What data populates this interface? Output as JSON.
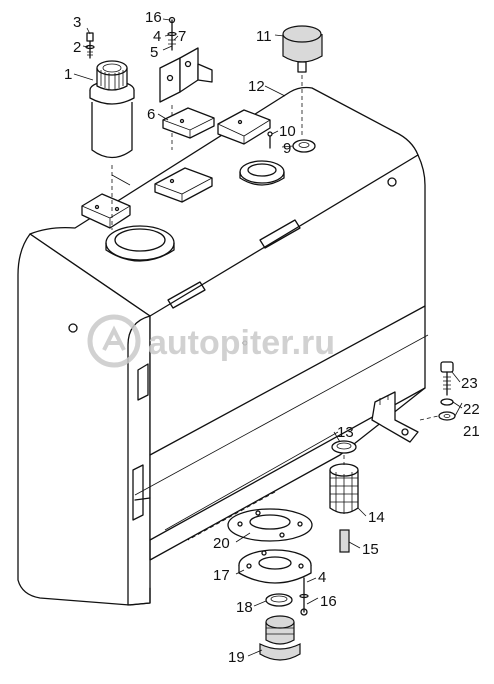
{
  "watermark": {
    "text": "autopiter.ru"
  },
  "callouts": [
    {
      "id": "c3",
      "label": "3"
    },
    {
      "id": "c2",
      "label": "2"
    },
    {
      "id": "c1",
      "label": "1"
    },
    {
      "id": "c16a",
      "label": "16"
    },
    {
      "id": "c4a",
      "label": "4"
    },
    {
      "id": "c7",
      "label": "7"
    },
    {
      "id": "c5",
      "label": "5"
    },
    {
      "id": "c6",
      "label": "6"
    },
    {
      "id": "c11",
      "label": "11"
    },
    {
      "id": "c12",
      "label": "12"
    },
    {
      "id": "c10",
      "label": "10"
    },
    {
      "id": "c9",
      "label": "9"
    },
    {
      "id": "c23",
      "label": "23"
    },
    {
      "id": "c22",
      "label": "22"
    },
    {
      "id": "c21",
      "label": "21"
    },
    {
      "id": "c13",
      "label": "13"
    },
    {
      "id": "c14",
      "label": "14"
    },
    {
      "id": "c15",
      "label": "15"
    },
    {
      "id": "c20",
      "label": "20"
    },
    {
      "id": "c17",
      "label": "17"
    },
    {
      "id": "c4b",
      "label": "4"
    },
    {
      "id": "c16b",
      "label": "16"
    },
    {
      "id": "c18",
      "label": "18"
    },
    {
      "id": "c19",
      "label": "19"
    }
  ]
}
